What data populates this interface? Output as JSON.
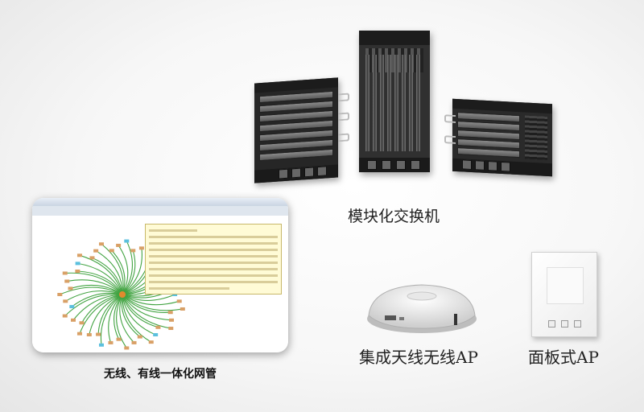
{
  "labels": {
    "modular_switch": "模块化交换机",
    "wireless_ap": "集成天线无线AP",
    "panel_ap": "面板式AP",
    "unified_mgmt": "无线、有线一体化网管"
  },
  "colors": {
    "switch_body": "#2b2b2b",
    "topology_link": "#2e9a2e",
    "info_box": "#fffbd6",
    "background": "#f2f2f2"
  },
  "icons": [
    "switch-chassis-icon",
    "topology-graph-icon",
    "ceiling-ap-icon",
    "panel-ap-icon"
  ]
}
